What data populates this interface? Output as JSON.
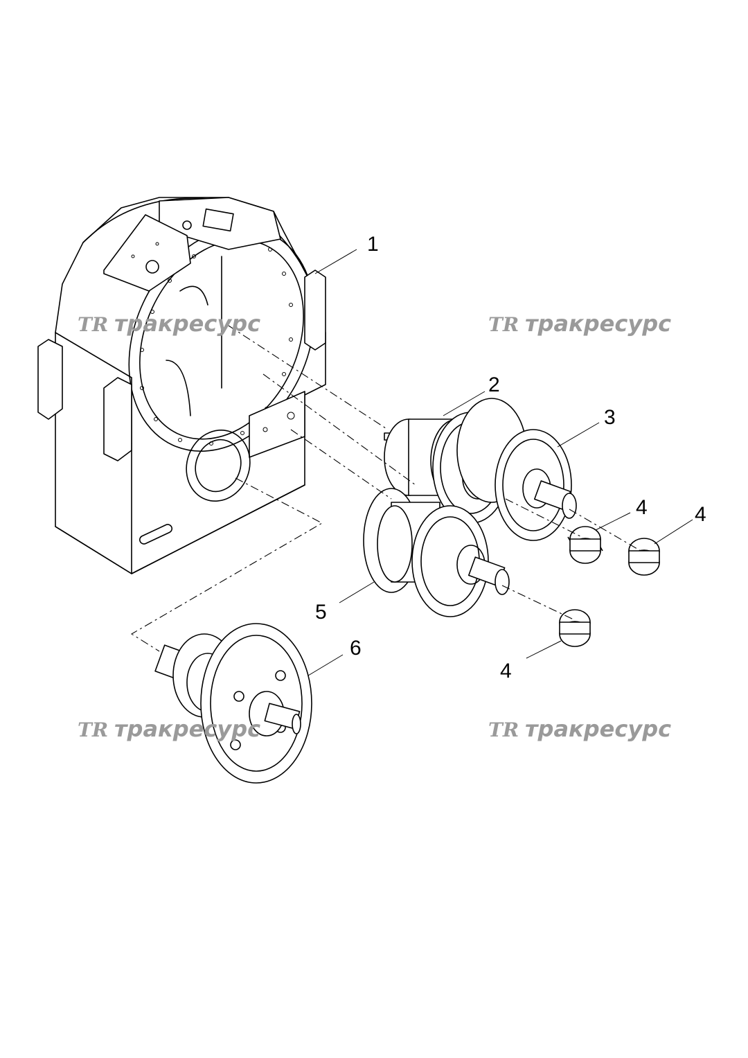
{
  "callouts": {
    "housing": "1",
    "clutch_pack_upper": "2",
    "clutch_pack_right": "3",
    "bushing_a": "4",
    "bushing_b": "4",
    "bushing_c": "4",
    "clutch_pack_lower": "5",
    "output_shaft": "6"
  },
  "watermarks": [
    {
      "logo": "TR",
      "text": "тракресурс"
    },
    {
      "logo": "TR",
      "text": "тракресурс"
    },
    {
      "logo": "TR",
      "text": "тракресурс"
    },
    {
      "logo": "TR",
      "text": "тракресурс"
    }
  ],
  "colors": {
    "line": "#000000",
    "watermark": "#9a9a9a",
    "background": "#ffffff"
  }
}
